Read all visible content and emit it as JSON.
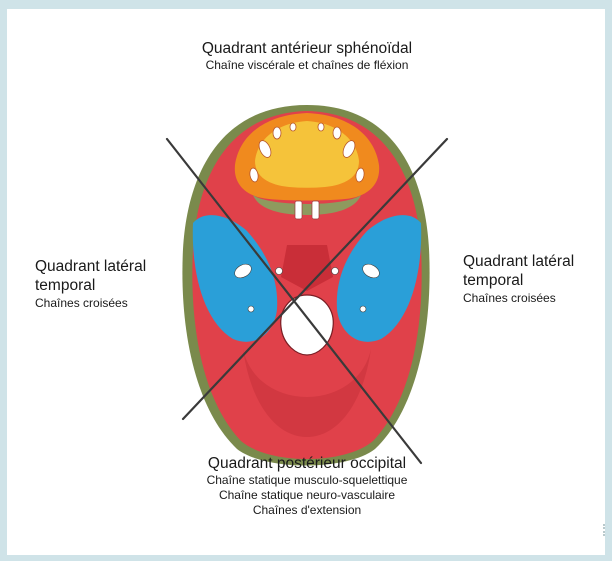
{
  "anterior": {
    "title": "Quadrant antérieur sphénoïdal",
    "lines": [
      "Chaîne viscérale et chaînes de fléxion"
    ]
  },
  "left": {
    "title_line1": "Quadrant latéral",
    "title_line2": "temporal",
    "lines": [
      "Chaînes croisées"
    ]
  },
  "right": {
    "title_line1": "Quadrant latéral",
    "title_line2": "temporal",
    "lines": [
      "Chaînes croisées"
    ]
  },
  "posterior": {
    "title": "Quadrant postérieur occipital",
    "lines": [
      "Chaîne statique musculo-squelettique",
      "Chaîne statique neuro-vasculaire",
      "Chaînes d'extension"
    ]
  },
  "colors": {
    "background": "#cfe3e8",
    "panel": "#ffffff",
    "red": "#e0414a",
    "blue": "#2a9fd8",
    "orange": "#f08a1e",
    "yellow": "#f5c33a",
    "olive": "#7a8a4c",
    "lines": "#3a3a3a"
  },
  "icons": [
    "skull-base-illustration",
    "quadrant-divider-lines"
  ]
}
